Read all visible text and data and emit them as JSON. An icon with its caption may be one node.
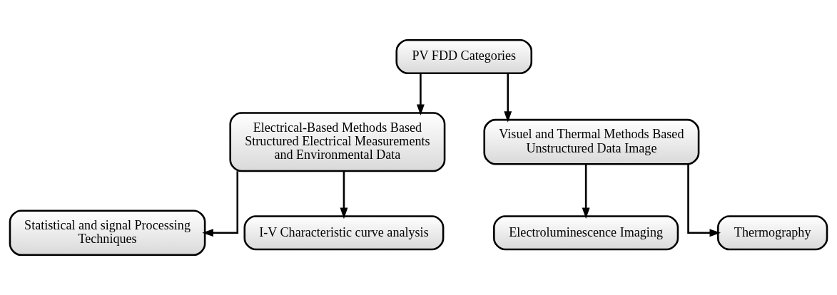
{
  "diagram": {
    "nodes": [
      {
        "text": [
          "PV FDD Categories"
        ]
      },
      {
        "text": [
          "Electrical-Based Methods Based Structured Electrical Measurements and Environmental Data"
        ]
      },
      {
        "text": [
          "Visuel and Thermal Methods Based Unstructured Data Image"
        ]
      },
      {
        "text": [
          "Statistical and signal Processing Techniques"
        ]
      },
      {
        "text": [
          "I-V Characteristic curve analysis"
        ]
      },
      {
        "text": [
          "Electroluminescence Imaging"
        ]
      },
      {
        "text": [
          "Thermography"
        ]
      }
    ],
    "edges": [
      {
        "from": 0,
        "to": 1,
        "arrow": "to"
      },
      {
        "from": 0,
        "to": 2,
        "arrow": "to"
      },
      {
        "from": 1,
        "to": 3,
        "arrow": "to"
      },
      {
        "from": 1,
        "to": 4,
        "arrow": "to"
      },
      {
        "from": 2,
        "to": 5,
        "arrow": "to"
      },
      {
        "from": 2,
        "to": 6,
        "arrow": "to"
      }
    ]
  }
}
